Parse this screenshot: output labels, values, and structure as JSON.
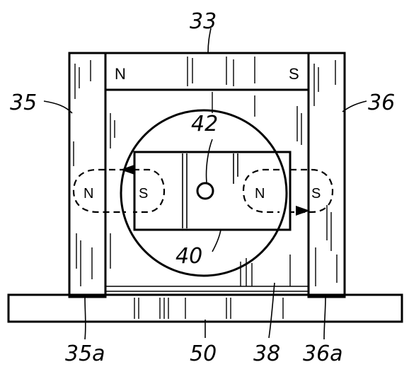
{
  "labels": {
    "top_magnet": "33",
    "left_pole_piece": "35",
    "right_pole_piece": "36",
    "pivot": "42",
    "rotor": "40",
    "left_foot": "35a",
    "base": "50",
    "ring": "38",
    "right_foot": "36a"
  },
  "poles": {
    "top_north": "N",
    "top_south": "S",
    "left_north": "N",
    "left_south": "S",
    "right_north": "N",
    "right_south": "S"
  }
}
